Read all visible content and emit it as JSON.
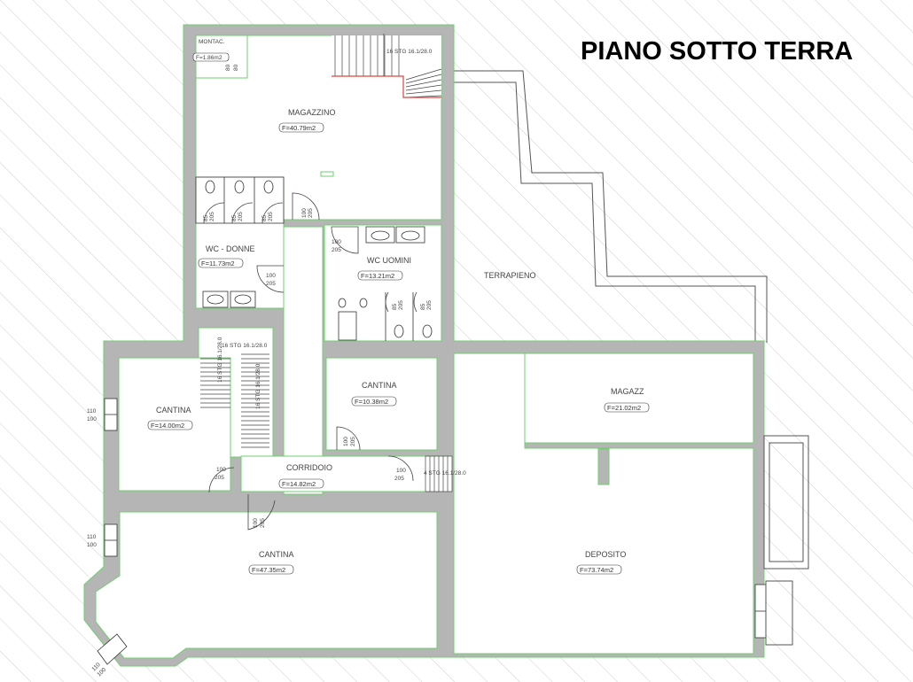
{
  "title": "PIANO SOTTO TERRA",
  "colors": {
    "wall": "#b3b3b3",
    "outline": "#5fcf5f",
    "hatch": "#c8c8c8",
    "stair_red": "#e0443c"
  },
  "rooms": {
    "montac": {
      "name": "MONTAC.",
      "area": "F=1.86m2"
    },
    "magazzino": {
      "name": "MAGAZZINO",
      "area": "F=40.79m2"
    },
    "wc_donne": {
      "name": "WC - DONNE",
      "area": "F=11.73m2"
    },
    "wc_uomini": {
      "name": "WC UOMINI",
      "area": "F=13.21m2"
    },
    "terrapieno": {
      "name": "TERRAPIENO"
    },
    "cantina_west": {
      "name": "CANTINA",
      "area": "F=14.00m2"
    },
    "cantina_mid": {
      "name": "CANTINA",
      "area": "F=10.38m2"
    },
    "magazz": {
      "name": "MAGAZZ",
      "area": "F=21.02m2"
    },
    "corridoio": {
      "name": "CORRIDOIO",
      "area": "F=14.82m2"
    },
    "cantina_south": {
      "name": "CANTINA",
      "area": "F=47.35m2"
    },
    "deposito": {
      "name": "DEPOSITO",
      "area": "F=73.74m2"
    }
  },
  "doors": {
    "d100_205": [
      "100",
      "205"
    ],
    "d85_205": [
      "85",
      "205"
    ],
    "d100_205b": [
      "100",
      "205"
    ],
    "d80_80": [
      "80",
      "80"
    ],
    "w110_100": [
      "110",
      "100"
    ]
  },
  "stairs": {
    "main": "16 STG 16.1/28.0",
    "west_a": "16 STG 16.1/28.0",
    "west_b": "16 STG 16.1/28.0",
    "east": "4 STG 16.1/28.0"
  }
}
